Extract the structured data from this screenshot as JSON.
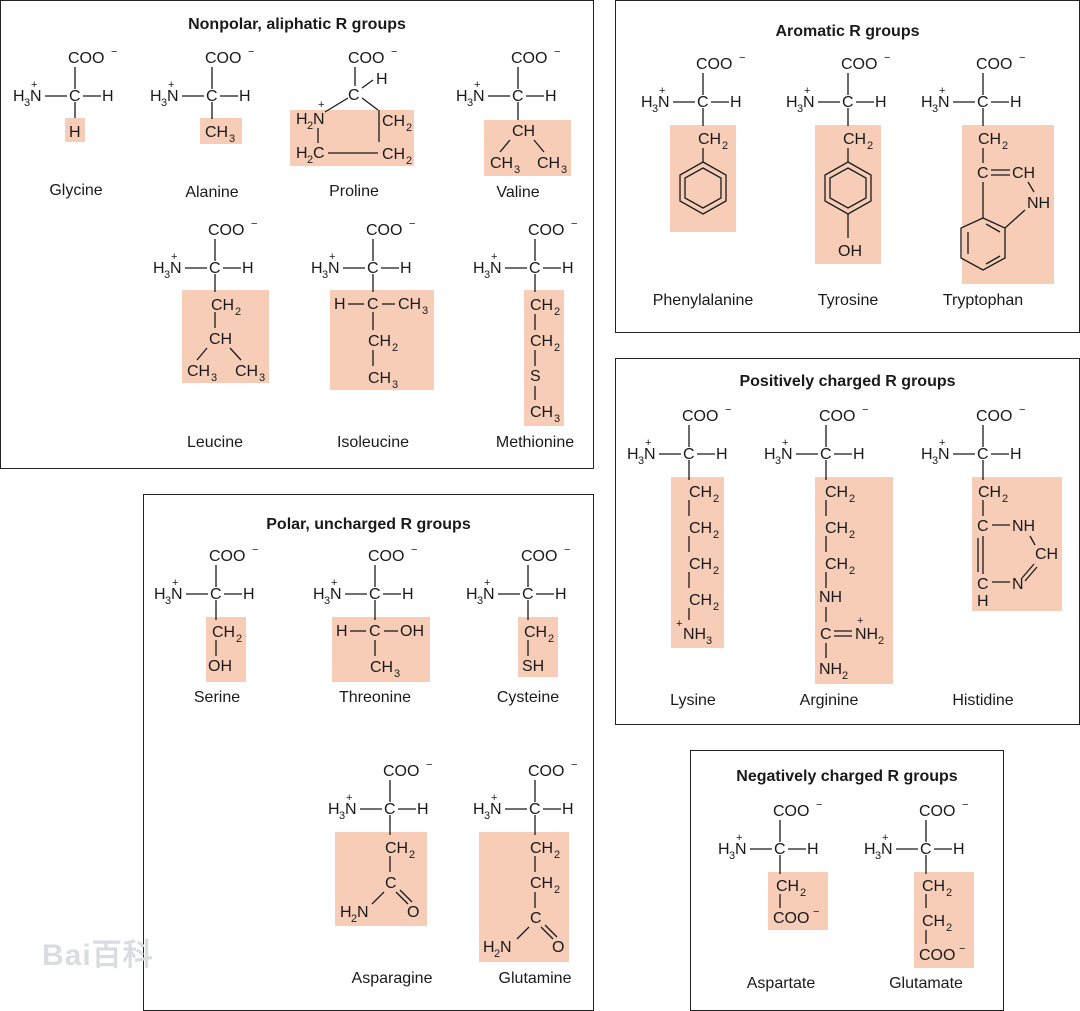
{
  "panels": {
    "nonpolar": {
      "title": "Nonpolar, aliphatic R groups",
      "amino_acids": [
        "Glycine",
        "Alanine",
        "Proline",
        "Valine",
        "Leucine",
        "Isoleucine",
        "Methionine"
      ]
    },
    "aromatic": {
      "title": "Aromatic R groups",
      "amino_acids": [
        "Phenylalanine",
        "Tyrosine",
        "Tryptophan"
      ]
    },
    "positive": {
      "title": "Positively charged R groups",
      "amino_acids": [
        "Lysine",
        "Arginine",
        "Histidine"
      ]
    },
    "polar": {
      "title": "Polar, uncharged R groups",
      "amino_acids": [
        "Serine",
        "Threonine",
        "Cysteine",
        "Asparagine",
        "Glutamine"
      ]
    },
    "negative": {
      "title": "Negatively charged R groups",
      "amino_acids": [
        "Aspartate",
        "Glutamate"
      ]
    }
  },
  "watermark": "Bai百科",
  "colors": {
    "r_group_highlight": "#f8cdb8",
    "border": "#222222"
  }
}
